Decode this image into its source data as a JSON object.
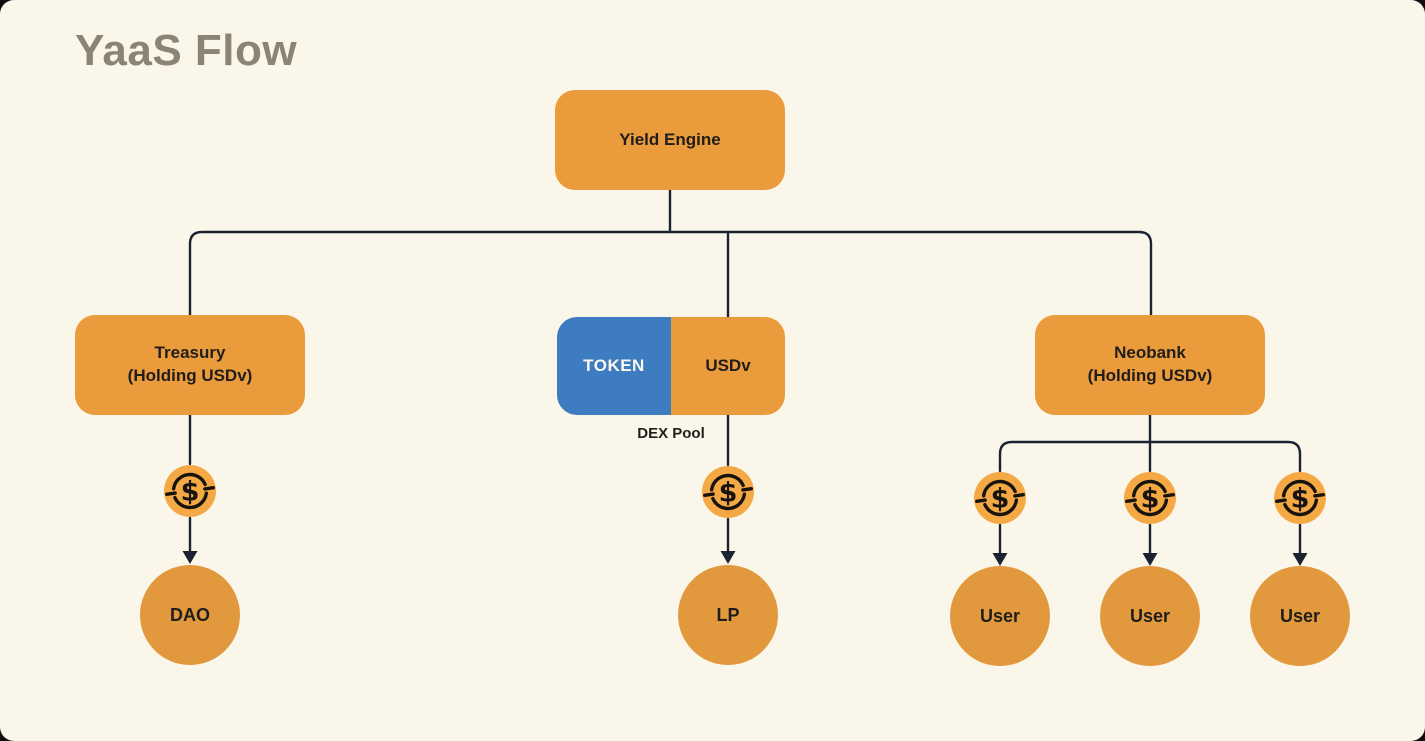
{
  "title": "YaaS Flow",
  "colors": {
    "bg": "#FBF6EA",
    "outside": "#0e0e0e",
    "orange": "#EA9C3C",
    "circle": "#E2993E",
    "coin": "#F5A944",
    "blue": "#3D7CC1",
    "line": "#1C2330",
    "text": "#201D1A",
    "title": "#8A8473",
    "token_text": "#FBF8F1"
  },
  "nodes": {
    "yield_engine": {
      "label": "Yield Engine"
    },
    "treasury": {
      "line1": "Treasury",
      "line2": "(Holding USDv)"
    },
    "dex_pool": {
      "token_label": "TOKEN",
      "usdv_label": "USDv",
      "caption": "DEX Pool"
    },
    "neobank": {
      "line1": "Neobank",
      "line2": "(Holding USDv)"
    },
    "dao": {
      "label": "DAO"
    },
    "lp": {
      "label": "LP"
    },
    "users": [
      {
        "label": "User"
      },
      {
        "label": "User"
      },
      {
        "label": "User"
      }
    ]
  },
  "icons": {
    "dollar_coin": {
      "name": "dollar-coin-icon",
      "symbol": "$"
    }
  },
  "edges": [
    "Yield Engine -> Treasury (Holding USDv)",
    "Yield Engine -> DEX Pool (TOKEN/USDv)",
    "Yield Engine -> Neobank (Holding USDv)",
    "Treasury -> $ -> DAO",
    "DEX Pool USDv -> $ -> LP",
    "Neobank -> $ -> User",
    "Neobank -> $ -> User",
    "Neobank -> $ -> User"
  ]
}
